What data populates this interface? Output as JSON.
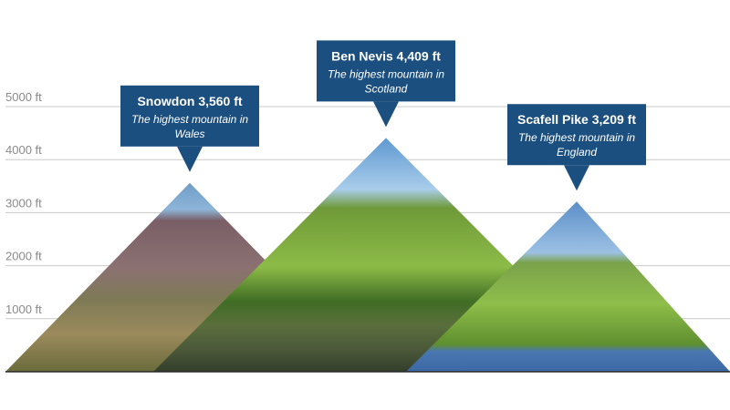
{
  "chart_data": {
    "type": "bar",
    "y_unit": "ft",
    "ylim": [
      0,
      5700
    ],
    "yticks": [
      {
        "value": 1000,
        "label": "1000 ft"
      },
      {
        "value": 2000,
        "label": "2000 ft"
      },
      {
        "value": 3000,
        "label": "3000 ft"
      },
      {
        "value": 4000,
        "label": "4000 ft"
      },
      {
        "value": 5000,
        "label": "5000 ft"
      }
    ],
    "grid": true,
    "categories": [
      "Snowdon",
      "Ben Nevis",
      "Scafell Pike"
    ],
    "values": [
      3560,
      4409,
      3209
    ],
    "callouts": [
      {
        "title": "Snowdon 3,560 ft",
        "line1": "The highest mountain in",
        "line2": "Wales"
      },
      {
        "title": "Ben Nevis 4,409 ft",
        "line1": "The highest mountain in",
        "line2": "Scotland"
      },
      {
        "title": "Scafell Pike 3,209 ft",
        "line1": "The highest mountain in",
        "line2": "England"
      }
    ]
  },
  "colors": {
    "callout": "#1b4f7f",
    "gridline": "#c9c9c9",
    "baseline": "#2a2a2a",
    "tick_text": "#8a8a8a"
  }
}
